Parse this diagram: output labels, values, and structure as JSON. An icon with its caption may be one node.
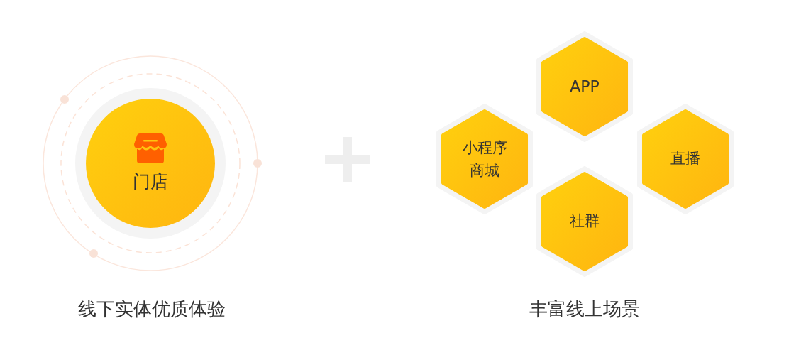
{
  "diagram": {
    "nodes": [
      {
        "text": [
          "门店"
        ]
      },
      {
        "text": [
          "小程序商城"
        ]
      },
      {
        "text": [
          "APP"
        ]
      },
      {
        "text": [
          "直播"
        ]
      },
      {
        "text": [
          "社群"
        ]
      }
    ],
    "labels": [
      "线下实体优质体验",
      "丰富线上场景"
    ]
  }
}
